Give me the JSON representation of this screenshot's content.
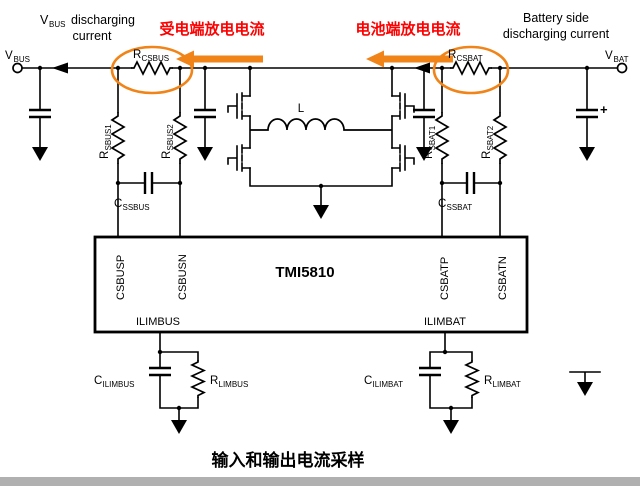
{
  "notes": {
    "left_en": {
      "v": "V",
      "sub": "BUS",
      "rest": "discharging",
      "line2": "current"
    },
    "left_cn": "受电端放电电流",
    "right_cn": "电池端放电电流",
    "right_en": {
      "line1": "Battery side",
      "line2": "discharging current"
    }
  },
  "terminals": {
    "vbus_m": "V",
    "vbus_s": "BUS",
    "vbat_m": "V",
    "vbat_s": "BAT",
    "battery_plus": "+"
  },
  "parts": {
    "rcsbus_m": "R",
    "rcsbus_s": "CSBUS",
    "rsbus1_m": "R",
    "rsbus1_s": "SBUS1",
    "rsbus2_m": "R",
    "rsbus2_s": "SBUS2",
    "cssbus_m": "C",
    "cssbus_s": "SSBUS",
    "rcsbat_m": "R",
    "rcsbat_s": "CSBAT",
    "rsbat1_m": "R",
    "rsbat1_s": "SBAT1",
    "rsbat2_m": "R",
    "rsbat2_s": "SBAT2",
    "cssbat_m": "C",
    "cssbat_s": "SSBAT",
    "inductor": "L",
    "cilimbus_m": "C",
    "cilimbus_s": "ILIMBUS",
    "rlimbus_m": "R",
    "rlimbus_s": "LIMBUS",
    "cilimbat_m": "C",
    "cilimbat_s": "ILIMBAT",
    "rlimbat_m": "R",
    "rlimbat_s": "LIMBAT"
  },
  "ic": {
    "name": "TMI5810",
    "pin_csbusp": "CSBUSP",
    "pin_csbusn": "CSBUSN",
    "pin_csbatp": "CSBATP",
    "pin_csbatn": "CSBATN",
    "pin_ilimbus": "ILIMBUS",
    "pin_ilimbat": "ILIMBAT"
  },
  "title": "输入和输出电流采样",
  "colors": {
    "orange": "#f08418",
    "red": "#fe0000",
    "wire": "#000000",
    "gray_bar": "#b0b0b0"
  }
}
